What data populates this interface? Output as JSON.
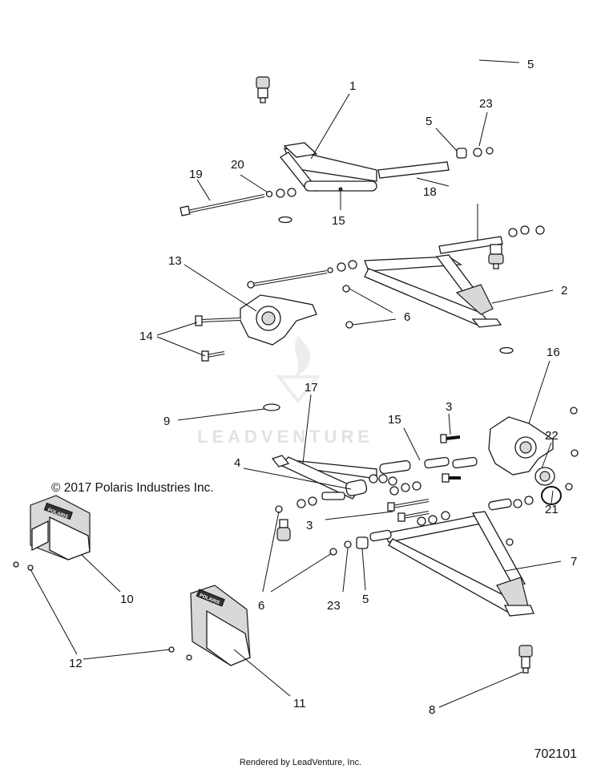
{
  "copyright": "© 2017 Polaris Industries Inc.",
  "footer": "Rendered by LeadVenture, Inc.",
  "diagram_code": "702101",
  "watermark": "LEADVENTURE",
  "callouts": [
    "1",
    "2",
    "3",
    "3",
    "4",
    "5",
    "5",
    "5",
    "6",
    "6",
    "7",
    "8",
    "9",
    "10",
    "11",
    "12",
    "13",
    "14",
    "15",
    "15",
    "16",
    "17",
    "18",
    "19",
    "20",
    "21",
    "22",
    "23",
    "23"
  ],
  "decal_text": "POLARIS"
}
